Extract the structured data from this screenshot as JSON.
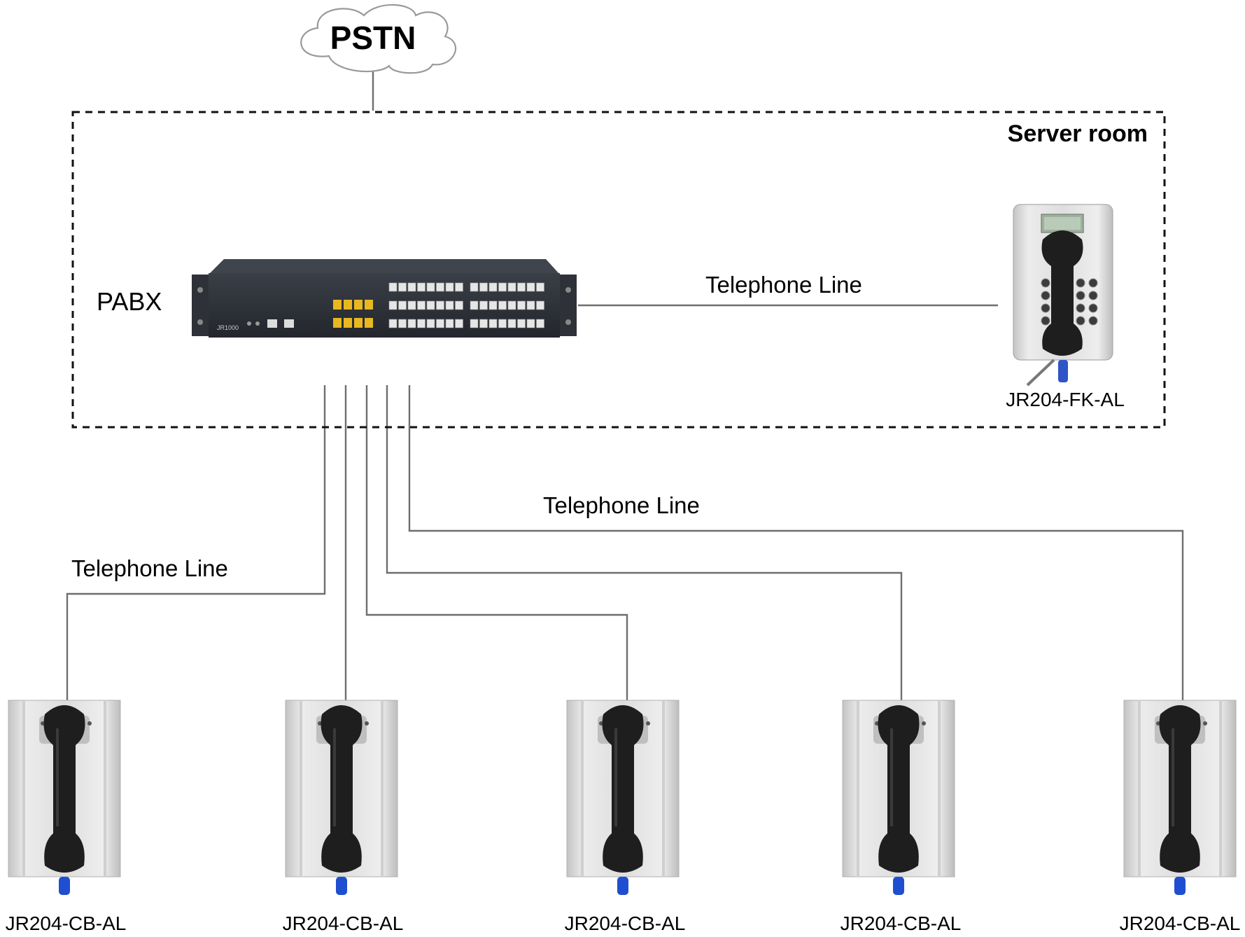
{
  "cloud": {
    "label": "PSTN"
  },
  "server_room": {
    "label": "Server room"
  },
  "pabx": {
    "label": "PABX",
    "model": "JR1000"
  },
  "phones": {
    "server_phone": {
      "model": "JR204-FK-AL"
    },
    "wall_phones": [
      {
        "model": "JR204-CB-AL"
      },
      {
        "model": "JR204-CB-AL"
      },
      {
        "model": "JR204-CB-AL"
      },
      {
        "model": "JR204-CB-AL"
      },
      {
        "model": "JR204-CB-AL"
      }
    ]
  },
  "line_labels": {
    "server_line": "Telephone Line",
    "bottom_left": "Telephone Line",
    "bottom_middle": "Telephone Line"
  },
  "colors": {
    "line": "#6e6e6e",
    "pabx_body": "#2b2f36",
    "port_yellow": "#e8b820",
    "handset": "#1e1e1e",
    "cord_blue": "#1f4fd0",
    "phone_plate": "#d9d9d9"
  }
}
